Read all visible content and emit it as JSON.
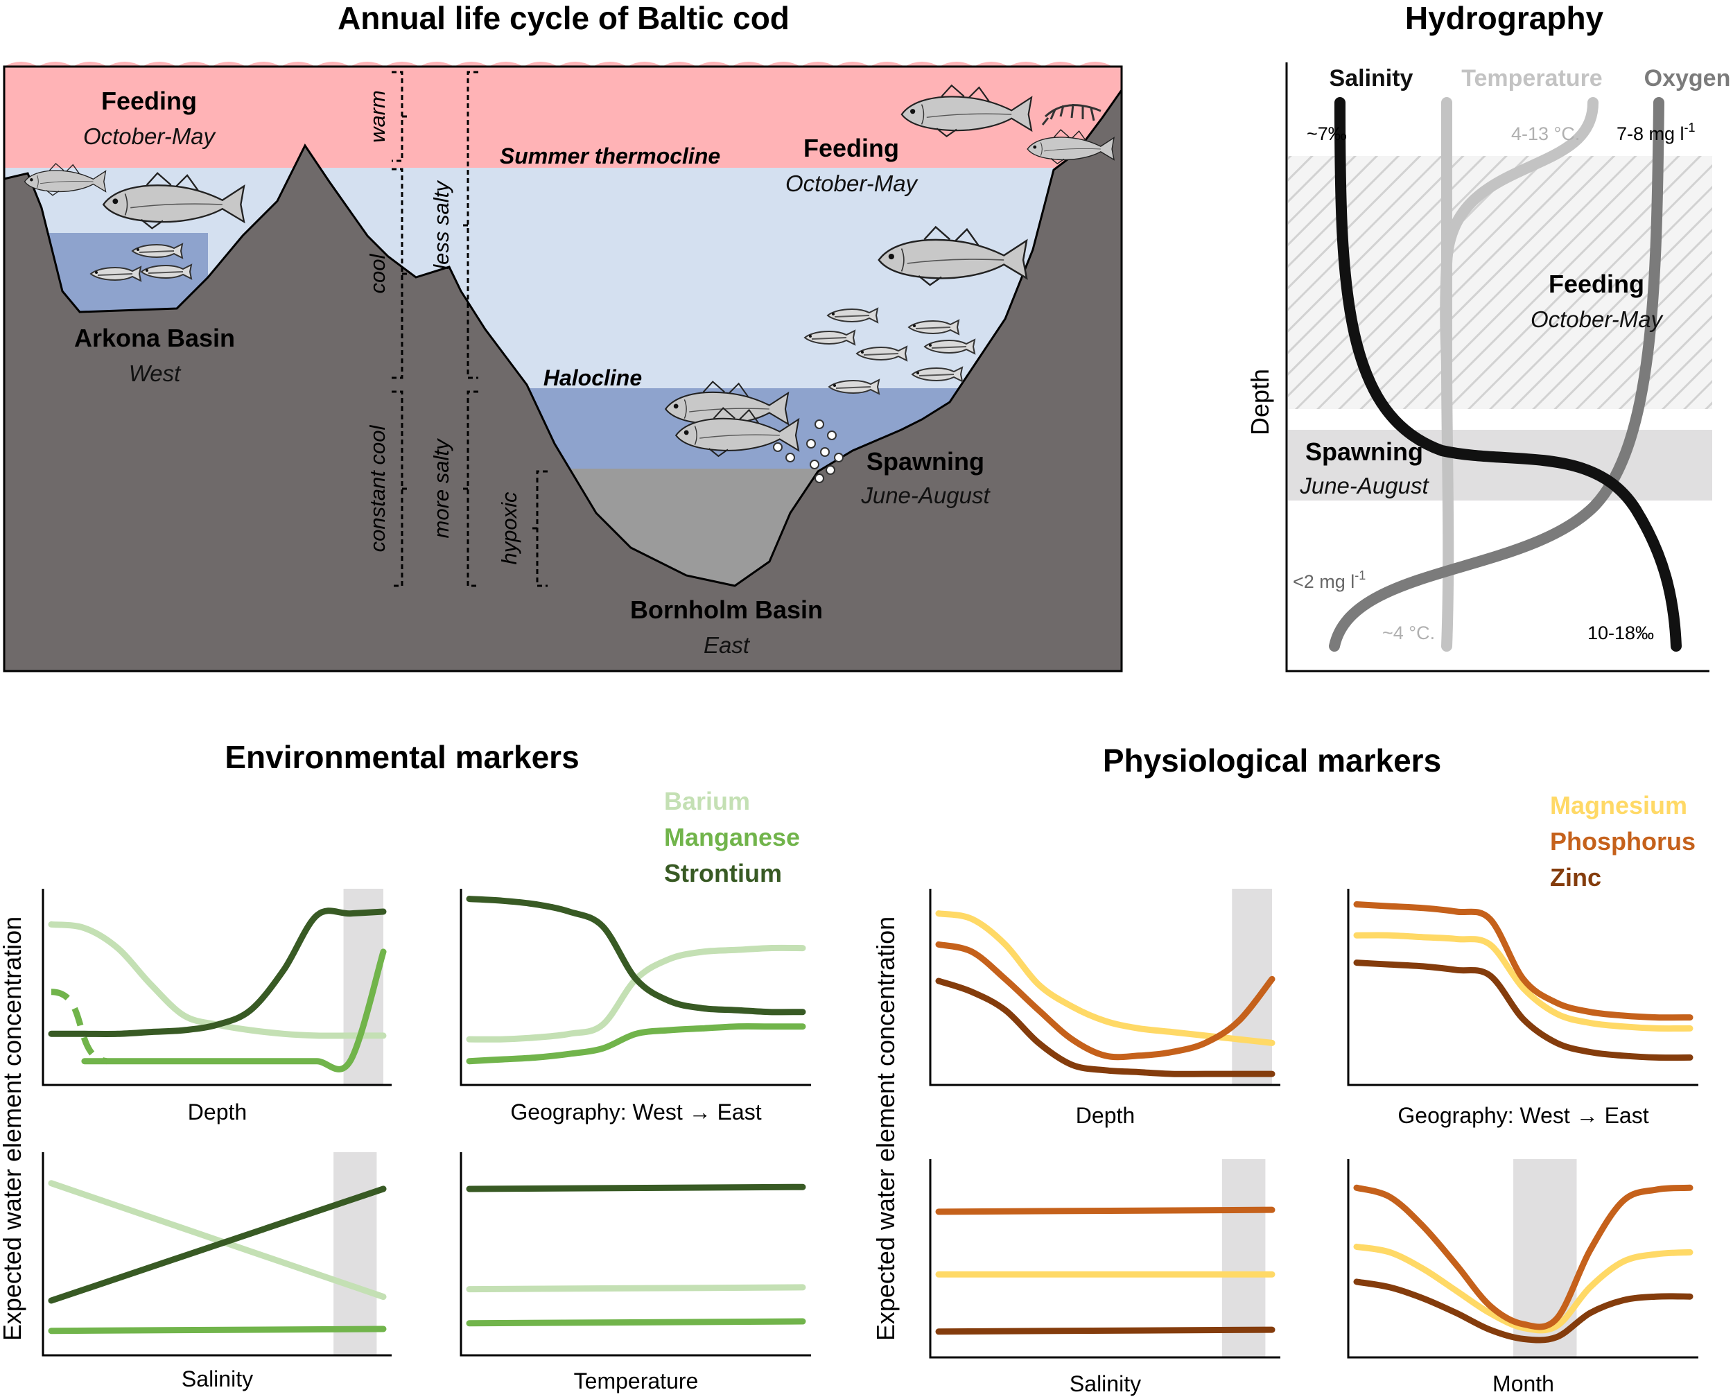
{
  "colors": {
    "warm_layer": "#ffb3b6",
    "less_salty_layer": "#d4e0f0",
    "salty_layer": "#8ea3cd",
    "hypoxic_layer": "#9b9b9b",
    "seabed": "#6f6a6a",
    "spawn_band": "#e0dfe0",
    "barium": "#c4e0b4",
    "manganese": "#71b44b",
    "strontium": "#385a24",
    "magnesium": "#ffd966",
    "phosphorus": "#c5611b",
    "zinc": "#843c0c",
    "salinity": "#111111",
    "temperature": "#c3c3c3",
    "oxygen": "#7b7b7b"
  },
  "panel_a": {
    "title": "Annual life cycle of Baltic cod",
    "feeding_west": {
      "title": "Feeding",
      "months": "October-May"
    },
    "feeding_east": {
      "title": "Feeding",
      "months": "October-May"
    },
    "summer_thermocline": "Summer thermocline",
    "halocline": "Halocline",
    "arkona": {
      "name": "Arkona Basin",
      "side": "West"
    },
    "bornholm": {
      "name": "Bornholm Basin",
      "side": "East"
    },
    "spawning": {
      "title": "Spawning",
      "months": "June-August"
    },
    "brackets": {
      "warm": "warm",
      "cool": "cool",
      "constant_cool": "constant cool",
      "less_salty": "less salty",
      "more_salty": "more salty",
      "hypoxic": "hypoxic"
    },
    "icons": [
      "cod-fish-icon",
      "sprat-fish-icon",
      "shrimp-icon",
      "goby-fish-icon",
      "cod-egg-icon"
    ]
  },
  "panel_b": {
    "title": "Hydrography",
    "headers": {
      "salinity": "Salinity",
      "temperature": "Temperature",
      "oxygen": "Oxygen"
    },
    "top_values": {
      "salinity": "~7‰",
      "temperature": "4-13 °C.",
      "oxygen_num": "7-8 mg l",
      "oxygen_exp": "-1"
    },
    "bottom_values": {
      "salinity": "10-18‰",
      "temperature": "~4 °C.",
      "oxygen_num": "<2 mg l",
      "oxygen_exp": "-1"
    },
    "ylabel": "Depth",
    "feeding": {
      "title": "Feeding",
      "months": "October-May"
    },
    "spawning": {
      "title": "Spawning",
      "months": "June-August"
    }
  },
  "env_title": "Environmental markers",
  "phys_title": "Physiological markers",
  "env_legend": [
    "Barium",
    "Manganese",
    "Strontium"
  ],
  "phys_legend": [
    "Magnesium",
    "Phosphorus",
    "Zinc"
  ],
  "ylabel": "Expected water element concentration",
  "chart_data": [
    {
      "type": "line",
      "group": "env",
      "xlabel": "Depth",
      "x": [
        0,
        1,
        2,
        3,
        4,
        5,
        6,
        7,
        8,
        9,
        10
      ],
      "spawn_band": [
        8.8,
        10
      ],
      "series": [
        {
          "name": "Barium",
          "values": [
            0.85,
            0.83,
            0.72,
            0.52,
            0.35,
            0.3,
            0.27,
            0.25,
            0.24,
            0.24,
            0.24
          ]
        },
        {
          "name": "Manganese",
          "values": [
            0.48,
            0.1,
            0.1,
            0.1,
            0.1,
            0.1,
            0.1,
            0.1,
            0.1,
            0.1,
            0.7
          ]
        },
        {
          "name": "Strontium",
          "values": [
            0.25,
            0.25,
            0.25,
            0.26,
            0.27,
            0.3,
            0.38,
            0.6,
            0.9,
            0.91,
            0.92
          ]
        }
      ]
    },
    {
      "type": "line",
      "group": "env",
      "xlabel": "Geography: West → East",
      "x": [
        0,
        1,
        2,
        3,
        4,
        5,
        6,
        7,
        8,
        9,
        10
      ],
      "spawn_band": null,
      "series": [
        {
          "name": "Barium",
          "values": [
            0.22,
            0.22,
            0.23,
            0.25,
            0.3,
            0.55,
            0.66,
            0.7,
            0.71,
            0.72,
            0.72
          ]
        },
        {
          "name": "Manganese",
          "values": [
            0.1,
            0.11,
            0.12,
            0.14,
            0.17,
            0.25,
            0.27,
            0.28,
            0.29,
            0.29,
            0.29
          ]
        },
        {
          "name": "Strontium",
          "values": [
            0.99,
            0.98,
            0.96,
            0.92,
            0.84,
            0.55,
            0.43,
            0.39,
            0.38,
            0.37,
            0.37
          ]
        }
      ]
    },
    {
      "type": "line",
      "group": "env",
      "xlabel": "Salinity",
      "x": [
        0,
        10
      ],
      "spawn_band": [
        8.5,
        9.8
      ],
      "series": [
        {
          "name": "Barium",
          "values": [
            0.88,
            0.28
          ]
        },
        {
          "name": "Manganese",
          "values": [
            0.1,
            0.11
          ]
        },
        {
          "name": "Strontium",
          "values": [
            0.26,
            0.85
          ]
        }
      ]
    },
    {
      "type": "line",
      "group": "env",
      "xlabel": "Temperature",
      "x": [
        0,
        10
      ],
      "spawn_band": null,
      "series": [
        {
          "name": "Barium",
          "values": [
            0.32,
            0.33
          ]
        },
        {
          "name": "Manganese",
          "values": [
            0.14,
            0.15
          ]
        },
        {
          "name": "Strontium",
          "values": [
            0.85,
            0.86
          ]
        }
      ]
    },
    {
      "type": "line",
      "group": "phys",
      "xlabel": "Depth",
      "x": [
        0,
        1,
        2,
        3,
        4,
        5,
        6,
        7,
        8,
        9,
        10
      ],
      "spawn_band": [
        8.8,
        10
      ],
      "series": [
        {
          "name": "Magnesium",
          "values": [
            0.91,
            0.88,
            0.74,
            0.52,
            0.4,
            0.32,
            0.28,
            0.26,
            0.24,
            0.22,
            0.2
          ]
        },
        {
          "name": "Phosphorus",
          "values": [
            0.74,
            0.7,
            0.55,
            0.38,
            0.22,
            0.13,
            0.13,
            0.15,
            0.2,
            0.32,
            0.55
          ]
        },
        {
          "name": "Zinc",
          "values": [
            0.54,
            0.48,
            0.38,
            0.2,
            0.08,
            0.05,
            0.04,
            0.03,
            0.03,
            0.03,
            0.03
          ]
        }
      ]
    },
    {
      "type": "line",
      "group": "phys",
      "xlabel": "Geography: West → East",
      "x": [
        0,
        1,
        2,
        3,
        4,
        5,
        6,
        7,
        8,
        9,
        10
      ],
      "spawn_band": null,
      "series": [
        {
          "name": "Magnesium",
          "values": [
            0.79,
            0.79,
            0.78,
            0.77,
            0.74,
            0.5,
            0.36,
            0.31,
            0.29,
            0.28,
            0.28
          ]
        },
        {
          "name": "Phosphorus",
          "values": [
            0.96,
            0.95,
            0.94,
            0.92,
            0.88,
            0.55,
            0.42,
            0.37,
            0.35,
            0.34,
            0.34
          ]
        },
        {
          "name": "Zinc",
          "values": [
            0.64,
            0.63,
            0.62,
            0.6,
            0.57,
            0.33,
            0.2,
            0.15,
            0.13,
            0.12,
            0.12
          ]
        }
      ]
    },
    {
      "type": "line",
      "group": "phys",
      "xlabel": "Salinity",
      "x": [
        0,
        10
      ],
      "spawn_band": [
        8.5,
        9.8
      ],
      "series": [
        {
          "name": "Magnesium",
          "values": [
            0.42,
            0.42
          ]
        },
        {
          "name": "Phosphorus",
          "values": [
            0.76,
            0.77
          ]
        },
        {
          "name": "Zinc",
          "values": [
            0.11,
            0.12
          ]
        }
      ]
    },
    {
      "type": "line",
      "group": "phys",
      "xlabel": "Month",
      "x": [
        0,
        1,
        2,
        3,
        4,
        5,
        6,
        7,
        8,
        9,
        10
      ],
      "spawn_band": [
        4.7,
        6.6
      ],
      "series": [
        {
          "name": "Magnesium",
          "values": [
            0.57,
            0.54,
            0.45,
            0.33,
            0.21,
            0.13,
            0.14,
            0.35,
            0.49,
            0.53,
            0.54
          ]
        },
        {
          "name": "Phosphorus",
          "values": [
            0.89,
            0.84,
            0.68,
            0.47,
            0.25,
            0.15,
            0.18,
            0.55,
            0.82,
            0.88,
            0.89
          ]
        },
        {
          "name": "Zinc",
          "values": [
            0.38,
            0.35,
            0.29,
            0.21,
            0.12,
            0.07,
            0.08,
            0.21,
            0.28,
            0.3,
            0.3
          ]
        }
      ]
    }
  ]
}
